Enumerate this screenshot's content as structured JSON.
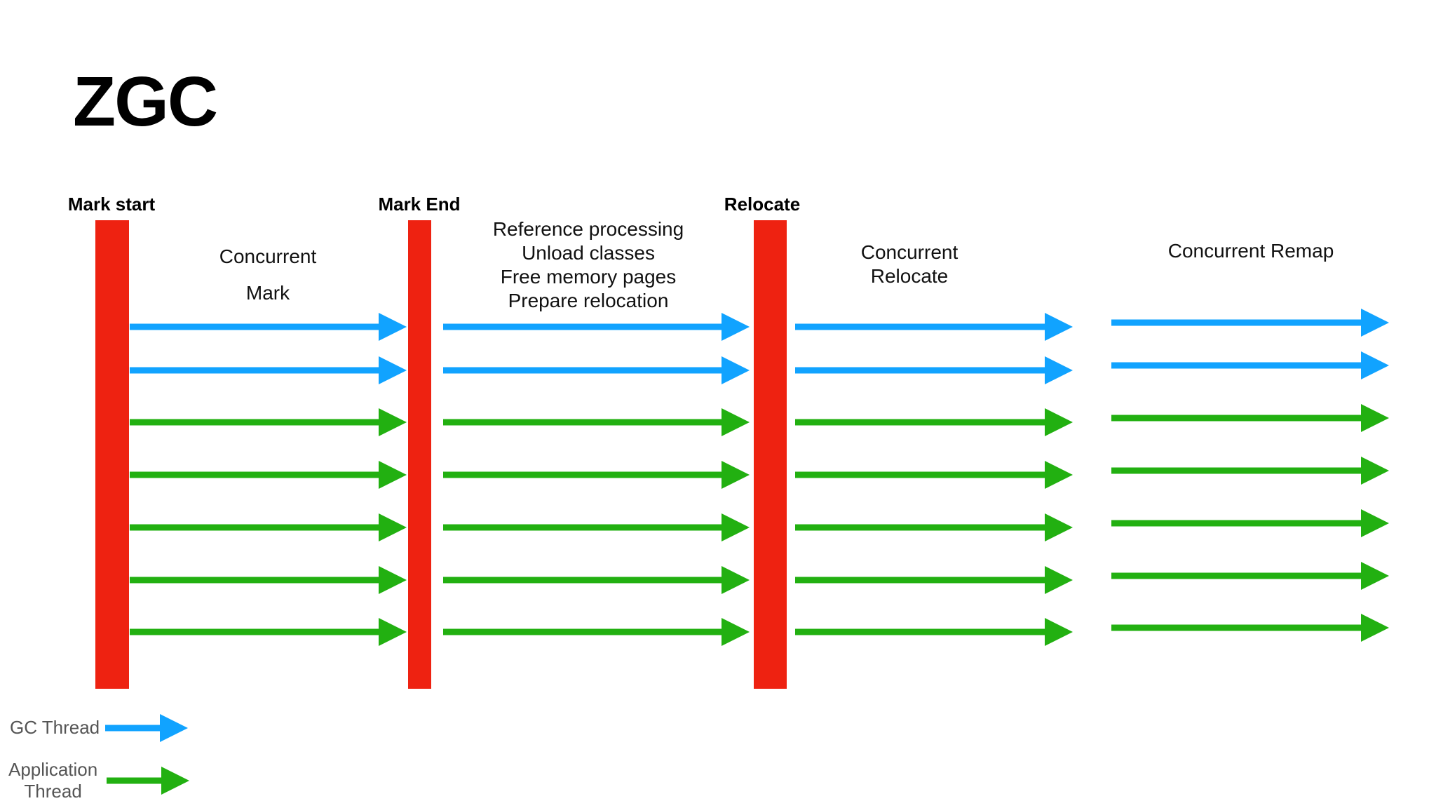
{
  "title": "ZGC",
  "phases": [
    {
      "label": "Mark start"
    },
    {
      "label": "Mark End"
    },
    {
      "label": "Relocate"
    }
  ],
  "segments": [
    {
      "lines": [
        "Concurrent",
        "Mark"
      ]
    },
    {
      "lines": [
        "Reference processing",
        "Unload classes",
        "Free memory pages",
        "Prepare relocation"
      ]
    },
    {
      "lines": [
        "Concurrent",
        "Relocate"
      ]
    },
    {
      "lines": [
        "Concurrent Remap"
      ]
    }
  ],
  "threads": [
    "gc",
    "gc",
    "app",
    "app",
    "app",
    "app",
    "app"
  ],
  "legend": {
    "gc_label": "GC Thread",
    "app_label_line1": "Application",
    "app_label_line2": "Thread"
  },
  "colors": {
    "pause_bar": "#ee2211",
    "gc_thread": "#11a3ff",
    "app_thread": "#22b011",
    "title": "#000000"
  }
}
